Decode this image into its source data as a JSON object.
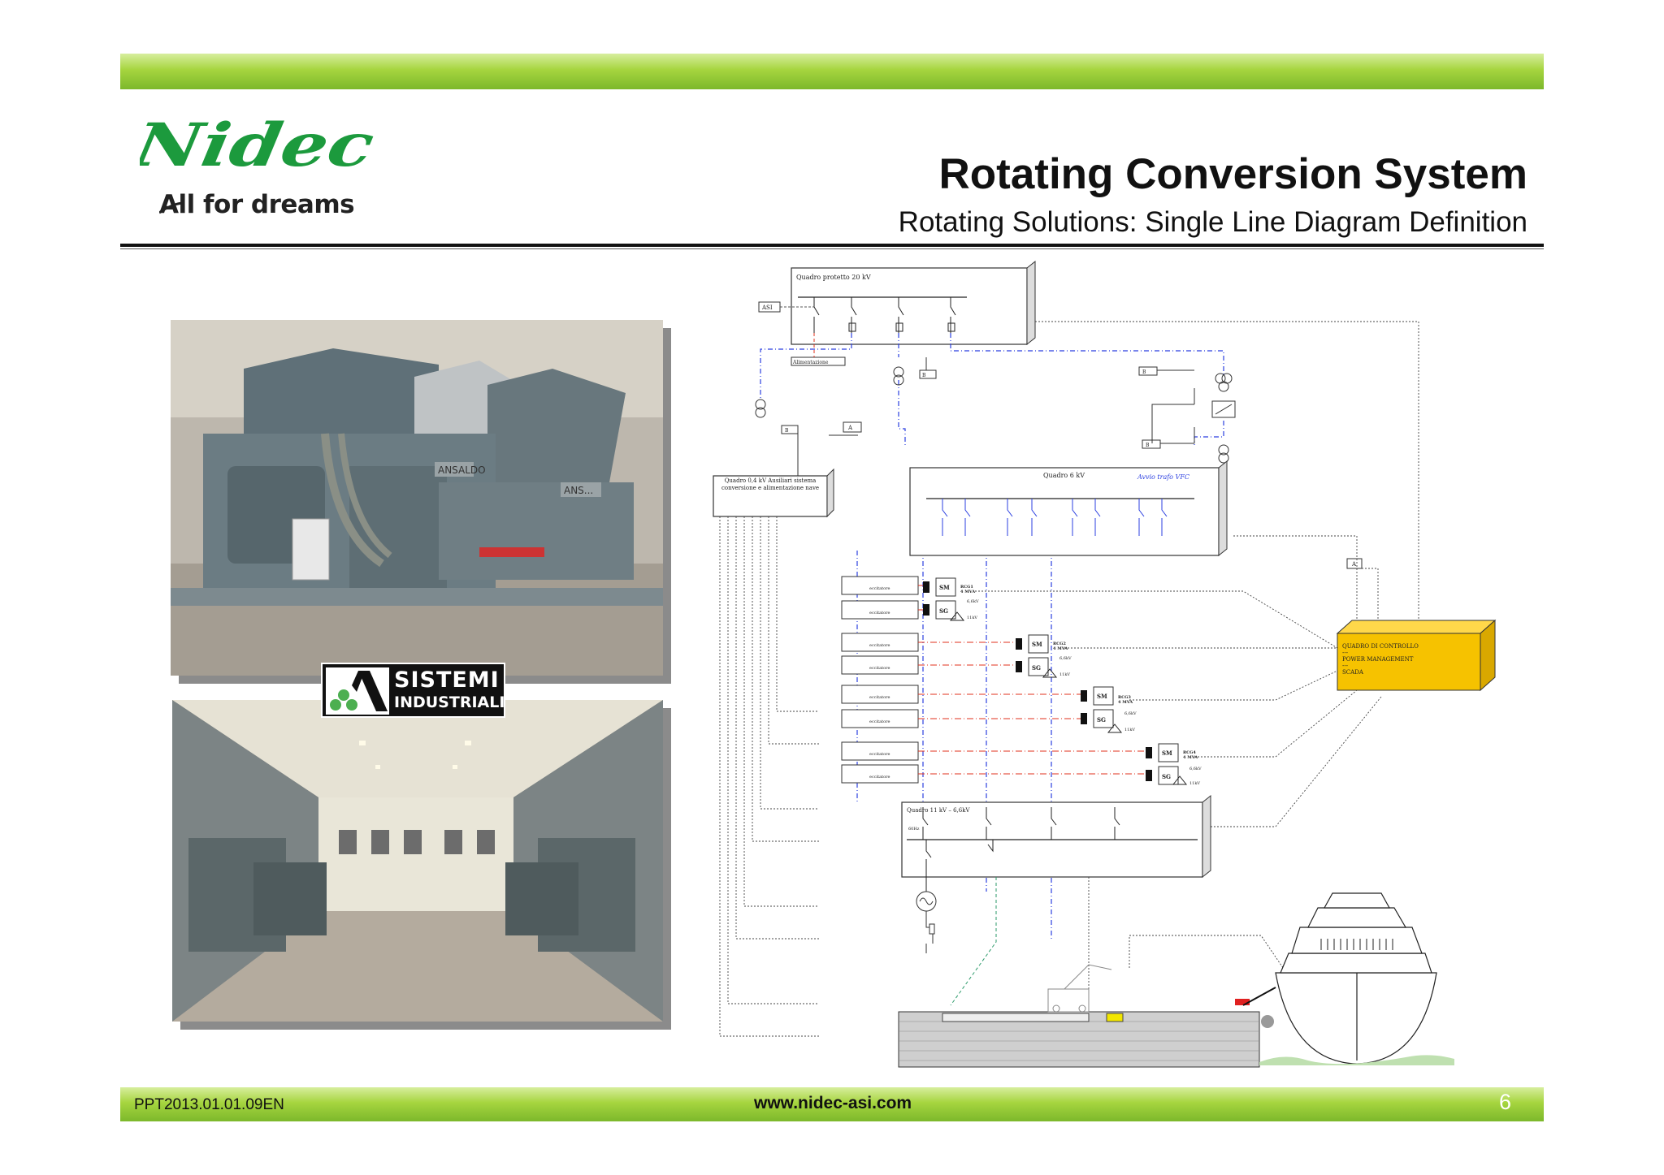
{
  "header": {
    "brand": "Nidec",
    "tagline": "All for dreams",
    "title": "Rotating Conversion System",
    "subtitle": "Rotating Solutions: Single Line Diagram Definition"
  },
  "photos": {
    "partner_logo_line1": "SISTEMI",
    "partner_logo_line2": "INDUSTRIALI",
    "machine_plate_1": "ANSALDO",
    "machine_plate_2": "ANS..."
  },
  "diagram": {
    "switchboard_20kv": "Quadro protetto 20 kV",
    "switchboard_04kv": "Quadro 0,4 kV Ausiliari sistema conversione e alimentazione nave",
    "switchboard_6kv": "Quadro 6 kV",
    "vfc_start": "Avvio trafo VFC",
    "switchboard_11kv": "Quadro 11 kV – 6,6kV",
    "frequency_60hz": "60Hz",
    "control_box": [
      "QUADRO DI CONTROLLO",
      "---",
      "POWER MANAGEMENT",
      "---",
      "SCADA"
    ],
    "tag_asi": "ASI",
    "tag_a": "A",
    "tag_b": "B",
    "tag_distributor": "Alimentazione",
    "exciter_label": "eccitatore",
    "motor_label": "SM",
    "generator_label": "SG",
    "groups": [
      {
        "name": "RCG1",
        "rating": "4 MVA",
        "v1": "6,6kV",
        "v2": "11kV"
      },
      {
        "name": "RCG2",
        "rating": "4 MVA",
        "v1": "6,6kV",
        "v2": "11kV"
      },
      {
        "name": "RCG3",
        "rating": "4 MVA",
        "v1": "6,6kV",
        "v2": "11kV"
      },
      {
        "name": "RCG4",
        "rating": "4 MVA",
        "v1": "6,6kV",
        "v2": "11kV"
      }
    ]
  },
  "footer": {
    "doc_code": "PPT2013.01.01.09EN",
    "url": "www.nidec-asi.com",
    "page": "6"
  },
  "colors": {
    "brand_green": "#1c9a3d",
    "bar_green": "#8cc63f",
    "control_yellow": "#f6c200",
    "line_blue": "#2b3fe0",
    "line_red": "#e0301e"
  }
}
